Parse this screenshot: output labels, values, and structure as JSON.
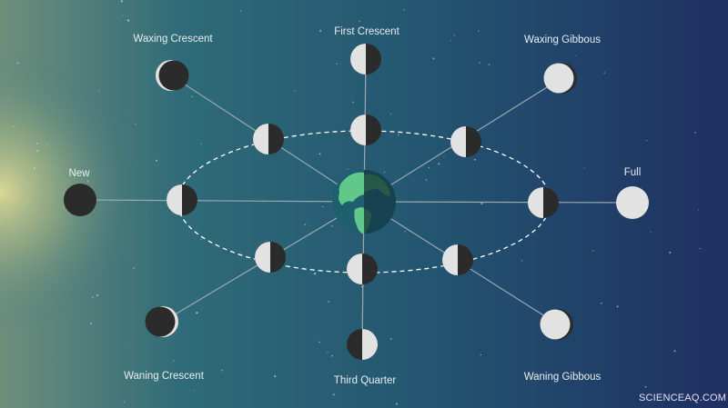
{
  "labels": {
    "new": "New",
    "waxing_crescent": "Waxing Crescent",
    "first_crescent": "First Crescent",
    "waxing_gibbous": "Waxing Gibbous",
    "full": "Full",
    "waning_gibbous": "Waning Gibbous",
    "third_quarter": "Third Quarter",
    "waning_crescent": "Waning Crescent"
  },
  "watermark": "SCIENCEAQ.COM",
  "colors": {
    "moon_light": "#e2e2e2",
    "moon_dark": "#2b2b2b",
    "earth_ocean": "#1f5f6e",
    "earth_land": "#5fc88a",
    "orbit": "#ffffff",
    "ray": "#9aa9b0"
  }
}
